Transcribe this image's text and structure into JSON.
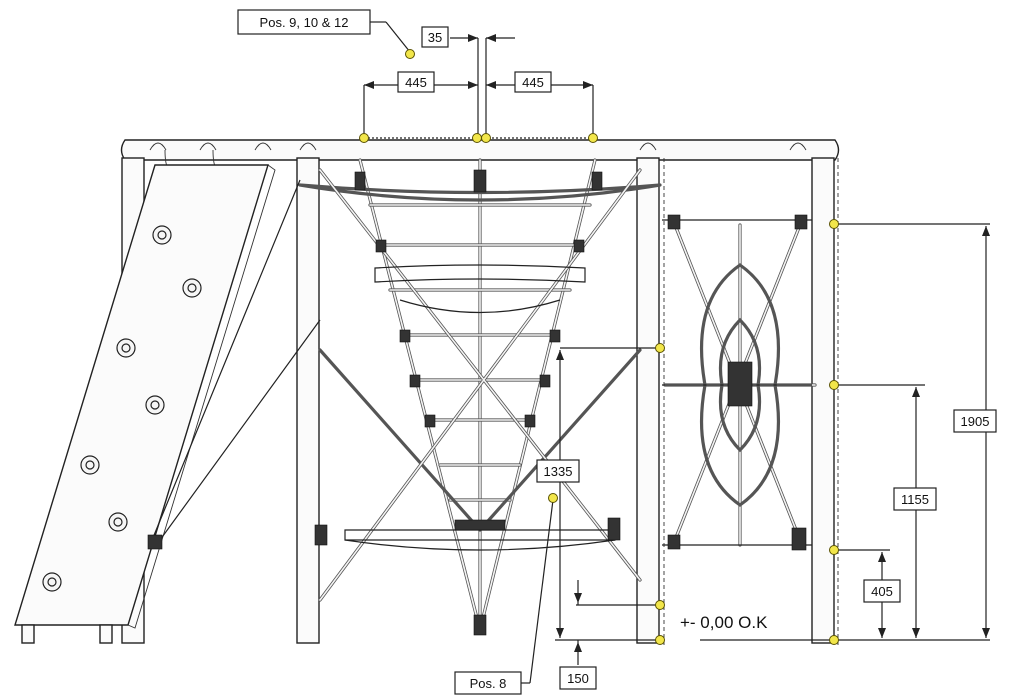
{
  "labels": {
    "positions_top": "Pos. 9, 10 & 12",
    "positions_bottom": "Pos. 8",
    "ground_level": "+- 0,00 O.K"
  },
  "dimensions": {
    "top_gap": "35",
    "left_offset": "445",
    "right_offset": "445",
    "net_height": "1335",
    "bottom_gap": "150",
    "rail_upper": "1905",
    "rail_middle": "1155",
    "rail_lower": "405"
  },
  "colors": {
    "marker": "#f2e64a",
    "line": "#222222"
  }
}
